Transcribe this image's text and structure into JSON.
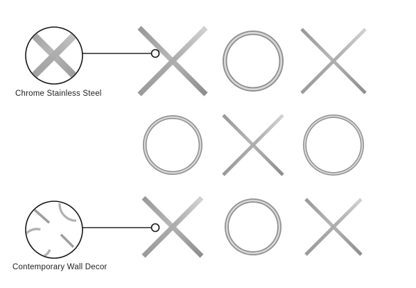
{
  "image": {
    "description_kind": "annotated-product-diagram",
    "background": "#ffffff"
  },
  "callouts": [
    {
      "id": "material",
      "label": "Chrome Stainless Steel"
    },
    {
      "id": "style",
      "label": "Contemporary Wall Decor"
    }
  ],
  "grid": {
    "pattern": [
      [
        "X",
        "O",
        "X"
      ],
      [
        "O",
        "X",
        "O"
      ],
      [
        "X",
        "O",
        "X"
      ]
    ],
    "cols_x": [
      249,
      365,
      481
    ],
    "rows_y": [
      88,
      209,
      327
    ],
    "cells": [
      {
        "row": 0,
        "col": 0,
        "type": "X",
        "size": 96,
        "weight": 7.5
      },
      {
        "row": 0,
        "col": 1,
        "type": "O",
        "size": 88,
        "weight": 6.5
      },
      {
        "row": 0,
        "col": 2,
        "type": "X",
        "size": 92,
        "weight": 4.8
      },
      {
        "row": 1,
        "col": 0,
        "type": "O",
        "size": 86,
        "weight": 5.5
      },
      {
        "row": 1,
        "col": 1,
        "type": "X",
        "size": 86,
        "weight": 4.8
      },
      {
        "row": 1,
        "col": 2,
        "type": "O",
        "size": 88,
        "weight": 5.0
      },
      {
        "row": 2,
        "col": 0,
        "type": "X",
        "size": 84,
        "weight": 7.0
      },
      {
        "row": 2,
        "col": 1,
        "type": "O",
        "size": 82,
        "weight": 6.0
      },
      {
        "row": 2,
        "col": 2,
        "type": "X",
        "size": 80,
        "weight": 5.0
      }
    ]
  },
  "colors": {
    "background": "#ffffff",
    "metal_dark": "#8d8d8d",
    "metal_mid": "#b0b0b0",
    "metal_light": "#d2d2d2",
    "ring_edge": "#8f8f8f",
    "ring_highlight": "#d8d8d8",
    "outline": "#141414",
    "leader_line": "#262626",
    "label_text": "#1d1d1d"
  }
}
